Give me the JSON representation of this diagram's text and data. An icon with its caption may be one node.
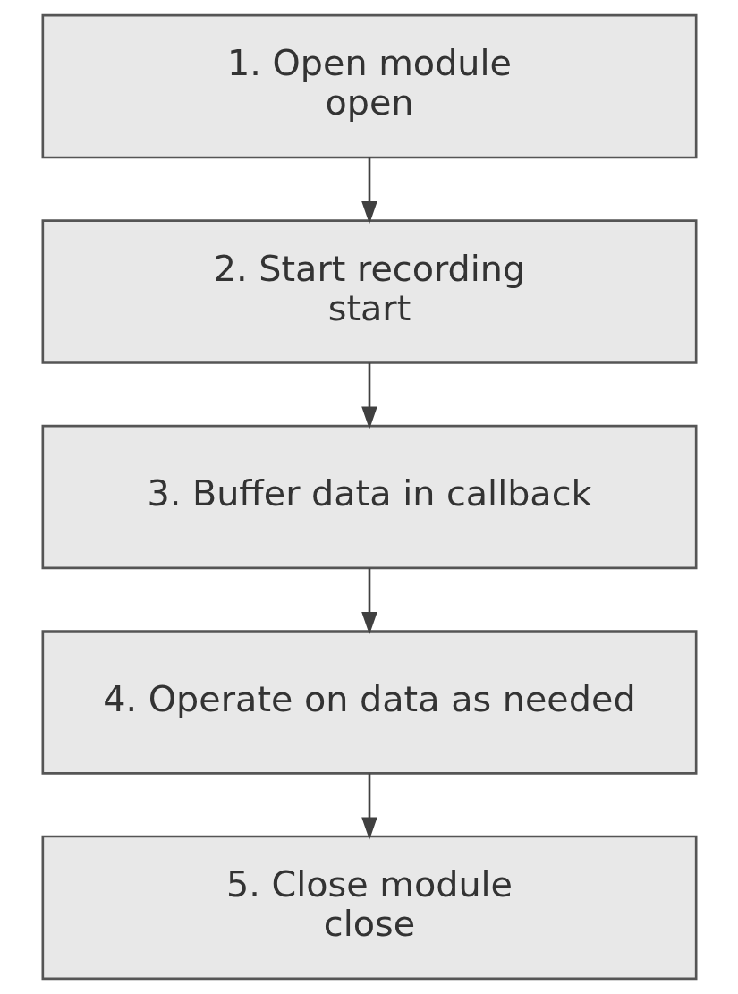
{
  "diagram": {
    "nodes": [
      {
        "text": [
          "1. Open module",
          "open"
        ]
      },
      {
        "text": [
          "2. Start recording",
          "start"
        ]
      },
      {
        "text": [
          "3. Buffer data in callback"
        ]
      },
      {
        "text": [
          "4. Operate on data as needed"
        ]
      },
      {
        "text": [
          "5. Close module",
          "close"
        ]
      }
    ],
    "edges": [
      {
        "from": 0,
        "to": 1,
        "arrow": "to"
      },
      {
        "from": 1,
        "to": 2,
        "arrow": "to"
      },
      {
        "from": 2,
        "to": 3,
        "arrow": "to"
      },
      {
        "from": 3,
        "to": 4,
        "arrow": "to"
      }
    ]
  }
}
